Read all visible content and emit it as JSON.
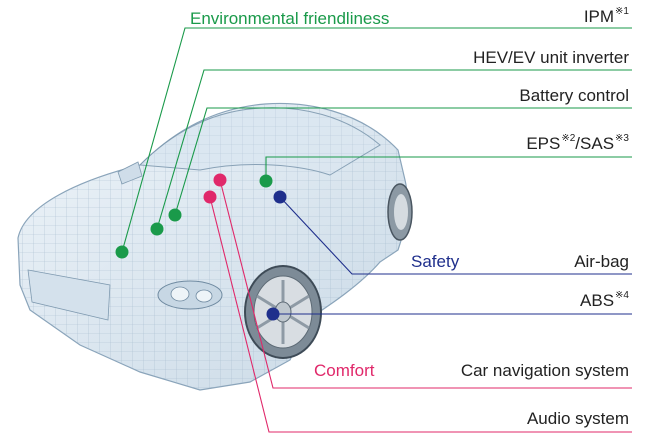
{
  "categories": {
    "environmental": {
      "label": "Environmental friendliness",
      "color": "#1a9a4a"
    },
    "safety": {
      "label": "Safety",
      "color": "#1f2f8c"
    },
    "comfort": {
      "label": "Comfort",
      "color": "#e0286a"
    }
  },
  "items": {
    "ipm": {
      "label": "IPM",
      "note": "※1"
    },
    "inverter": {
      "label": "HEV/EV unit inverter"
    },
    "battery": {
      "label": "Battery control"
    },
    "eps": {
      "label_a": "EPS",
      "note_a": "※2",
      "label_b": "/SAS",
      "note_b": "※3"
    },
    "airbag": {
      "label": "Air-bag"
    },
    "abs": {
      "label": "ABS",
      "note": "※4"
    },
    "navigation": {
      "label": "Car navigation system"
    },
    "audio": {
      "label": "Audio system"
    }
  }
}
